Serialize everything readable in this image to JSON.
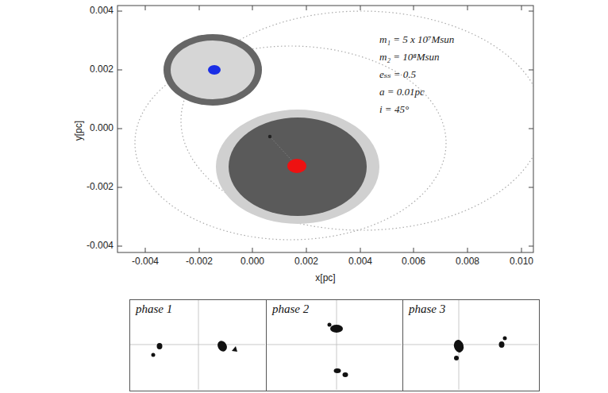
{
  "diagram": {
    "nodes": [
      {
        "text": [
          "phase 1"
        ]
      },
      {
        "text": [
          "phase 2"
        ]
      },
      {
        "text": [
          "phase 3"
        ]
      }
    ],
    "labels": [
      "0.004",
      "0.002",
      "0.000",
      "-0.002",
      "-0.004",
      "-0.004",
      "-0.002",
      "0.000",
      "0.002",
      "0.004",
      "0.006",
      "0.008",
      "0.010",
      "x[pc]",
      "y[pc]",
      "m₁ = 5 x 10⁷Msun",
      "m₂ = 10⁸Msun",
      "eₛₛ = 0.5",
      "a = 0.01pc",
      "i = 45°"
    ]
  }
}
